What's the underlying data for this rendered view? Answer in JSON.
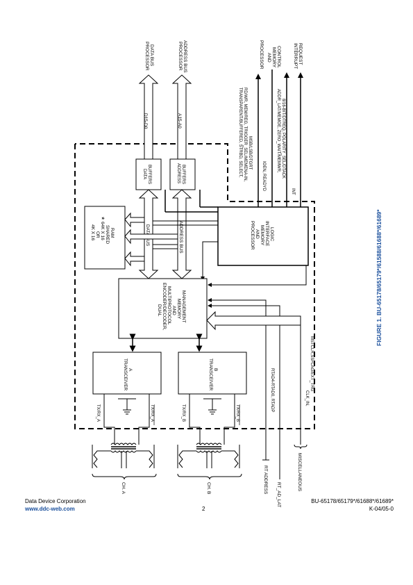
{
  "diagram": {
    "figure_title": "FIGURE 1. BU-65178/65179*/61588/61688*/61689*",
    "signals_top": {
      "processor_data_bus": [
        "PROCESSOR",
        "DATA BUS"
      ],
      "processor_address_bus": [
        "PROCESSOR",
        "ADDRESS BUS"
      ],
      "processor_memory_control": [
        "PROCESSOR",
        "AND",
        "MEMORY",
        "CONTROL"
      ],
      "interrupt_request": [
        "INTERRUPT",
        "REQUEST"
      ],
      "d15_d0": "D15-D0",
      "a15_a0": "A15-A0",
      "control_group_1": [
        "TRANSPARENT/BUFFERED, STRBD, SELECT,",
        "RD/WR, MEM/REG, TRIGGER_SEL/MEMENA-IN,",
        "MSB/LSB/DTGRT"
      ],
      "control_ioen": "IOEN, READYD",
      "control_group_2": [
        "ADDR_LAT/MEMOE, ZERO_WAIT/MEMWR,",
        "8/16-BIT/DTREQ, POLARITY_SEL/DTACK"
      ],
      "int": "INT"
    },
    "blocks": {
      "data_buffers": [
        "DATA",
        "BUFFERS"
      ],
      "address_buffers": [
        "ADDRESS",
        "BUFFERS"
      ],
      "shared_ram": [
        "4K X 16",
        "OR",
        "64K X 16",
        "SHARED",
        "RAM"
      ],
      "shared_ram_star": "*",
      "processor_logic": [
        "PROCESSOR",
        "AND",
        "MEMORY",
        "INTERFACE",
        "LOGIC"
      ],
      "data_bus": "DATA BUS",
      "address_bus": "ADDRESS BUS",
      "encoder": [
        "DUAL",
        "ENCODER/DECODER,",
        "MULTIPROTOCOL",
        "AND",
        "MEMORY",
        "MANAGEMENT"
      ],
      "transceiver_a": [
        "TRANSCEIVER",
        "A"
      ],
      "transceiver_b": [
        "TRANSCEIVER",
        "B"
      ]
    },
    "signals_bottom": {
      "txrx_a": "TX/RX_A",
      "txrx_a_bar": "TX/RX_A",
      "txrx_b": "TX/RX_B",
      "txrx_b_bar": "TX/RX_B",
      "rtad": "RTAD4-RTAD0, RTADP",
      "clk": [
        "CLK_IN,",
        "MSTCLR,SSFLAG/EXT_TRG"
      ],
      "ch_a": "CH. A",
      "ch_b": "CH. B",
      "rt_address": "RT ADDRESS",
      "rt_ad_lat": "RT_AD_LAT",
      "miscellaneous": "MISCELLANEOUS"
    }
  },
  "footer": {
    "company": "Data Device Corporation",
    "website": "www.ddc-web.com",
    "page_number": "2",
    "part_numbers": "BU-65178/65179*/61688*/61689*",
    "revision": "K-04/05-0"
  }
}
